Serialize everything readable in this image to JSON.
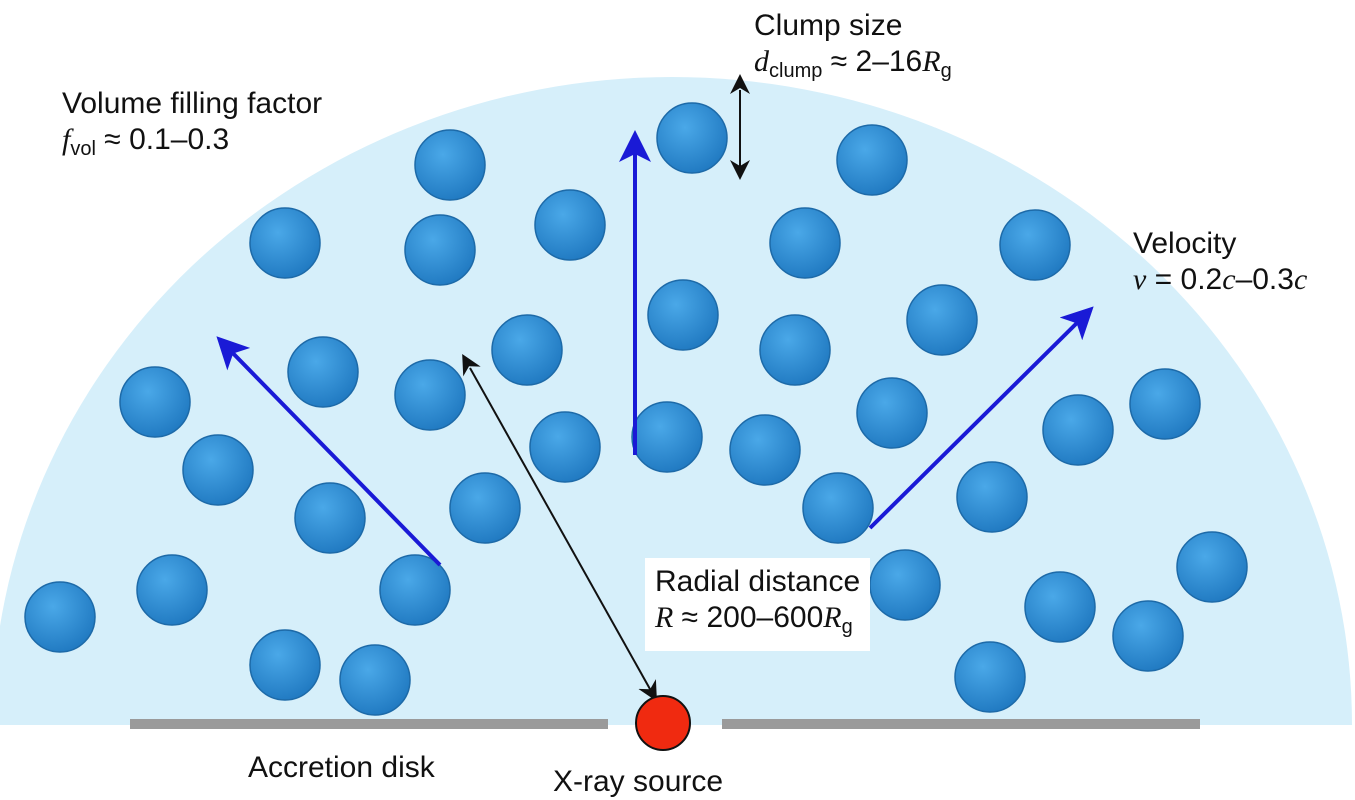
{
  "labels": {
    "volume_title": "Volume filling factor",
    "volume_symbol": "f",
    "volume_sub": "vol",
    "volume_value": "≈ 0.1–0.3",
    "clump_title": "Clump size",
    "clump_symbol": "d",
    "clump_sub": "clump",
    "clump_value": "≈ 2–16",
    "clump_unit": "R",
    "clump_unit_sub": "g",
    "velocity_title": "Velocity",
    "velocity_symbol": "ν",
    "velocity_value": "= 0.2",
    "velocity_c1": "c",
    "velocity_dash": "–0.3",
    "velocity_c2": "c",
    "radial_title": "Radial distance",
    "radial_symbol": "R",
    "radial_value": "≈ 200–600",
    "radial_unit": "R",
    "radial_unit_sub": "g",
    "disk": "Accretion disk",
    "source": "X-ray source"
  },
  "colors": {
    "outflow": "#d6effa",
    "clump": "#2e8fd6",
    "arrow": "#1a1ad6",
    "disk": "#9a9a9a",
    "source": "#f02a10"
  }
}
